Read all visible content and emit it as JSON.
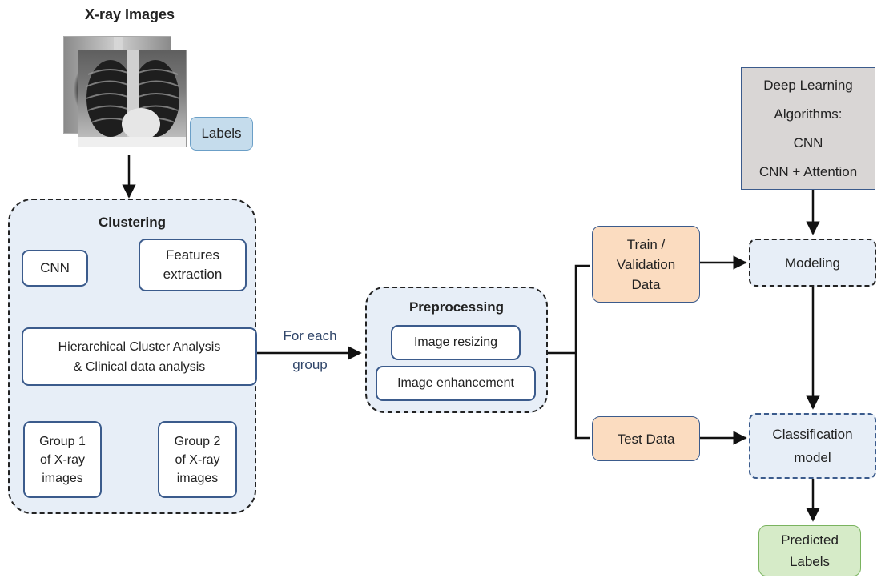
{
  "title": "X-ray Images",
  "labels_box": "Labels",
  "clustering": {
    "title": "Clustering",
    "cnn": "CNN",
    "features": "Features\nextraction",
    "hca": "Hierarchical Cluster Analysis\n& Clinical data analysis",
    "group1": "Group 1\nof X-ray\nimages",
    "group2": "Group 2\nof X-ray\nimages"
  },
  "for_each": "For each\ngroup",
  "preprocessing": {
    "title": "Preprocessing",
    "resizing": "Image resizing",
    "enhancement": "Image enhancement"
  },
  "train_validation": "Train /\nValidation\nData",
  "test_data": "Test Data",
  "algorithms": "Deep Learning\nAlgorithms:\nCNN\nCNN + Attention",
  "modeling": "Modeling",
  "classification": "Classification\nmodel",
  "predicted": "Predicted\nLabels",
  "colors": {
    "region_fill": "#e7eef7",
    "node_border": "#3b5b8c",
    "peach": "#fbdcc0",
    "gray": "#d9d6d5",
    "green": "#d6ebc8",
    "green_border": "#7ab35f",
    "labels_fill": "#c5dcec",
    "labels_border": "#6b9fc7",
    "text_blue": "#30466a"
  }
}
